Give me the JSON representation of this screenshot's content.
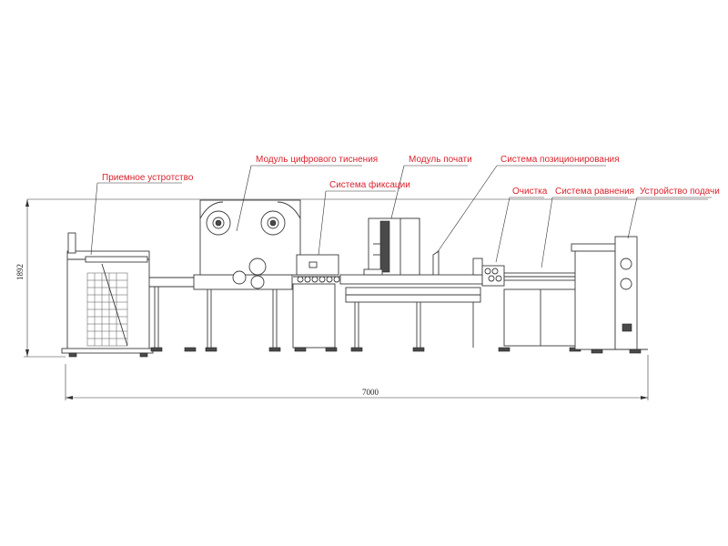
{
  "labels": {
    "receiver": "Приемное устротство",
    "digital_embossing": "Модуль цифрового тиснения",
    "fixation": "Система фиксации",
    "print_module": "Модуль почати",
    "positioning": "Система позиционирования",
    "cleaning": "Очистка",
    "leveling": "Система равнения",
    "feeder": "Устройство подачи"
  },
  "dimensions": {
    "length": "7000",
    "height": "1892"
  },
  "colors": {
    "label": "#d9232d",
    "line": "#3a3a3a"
  }
}
